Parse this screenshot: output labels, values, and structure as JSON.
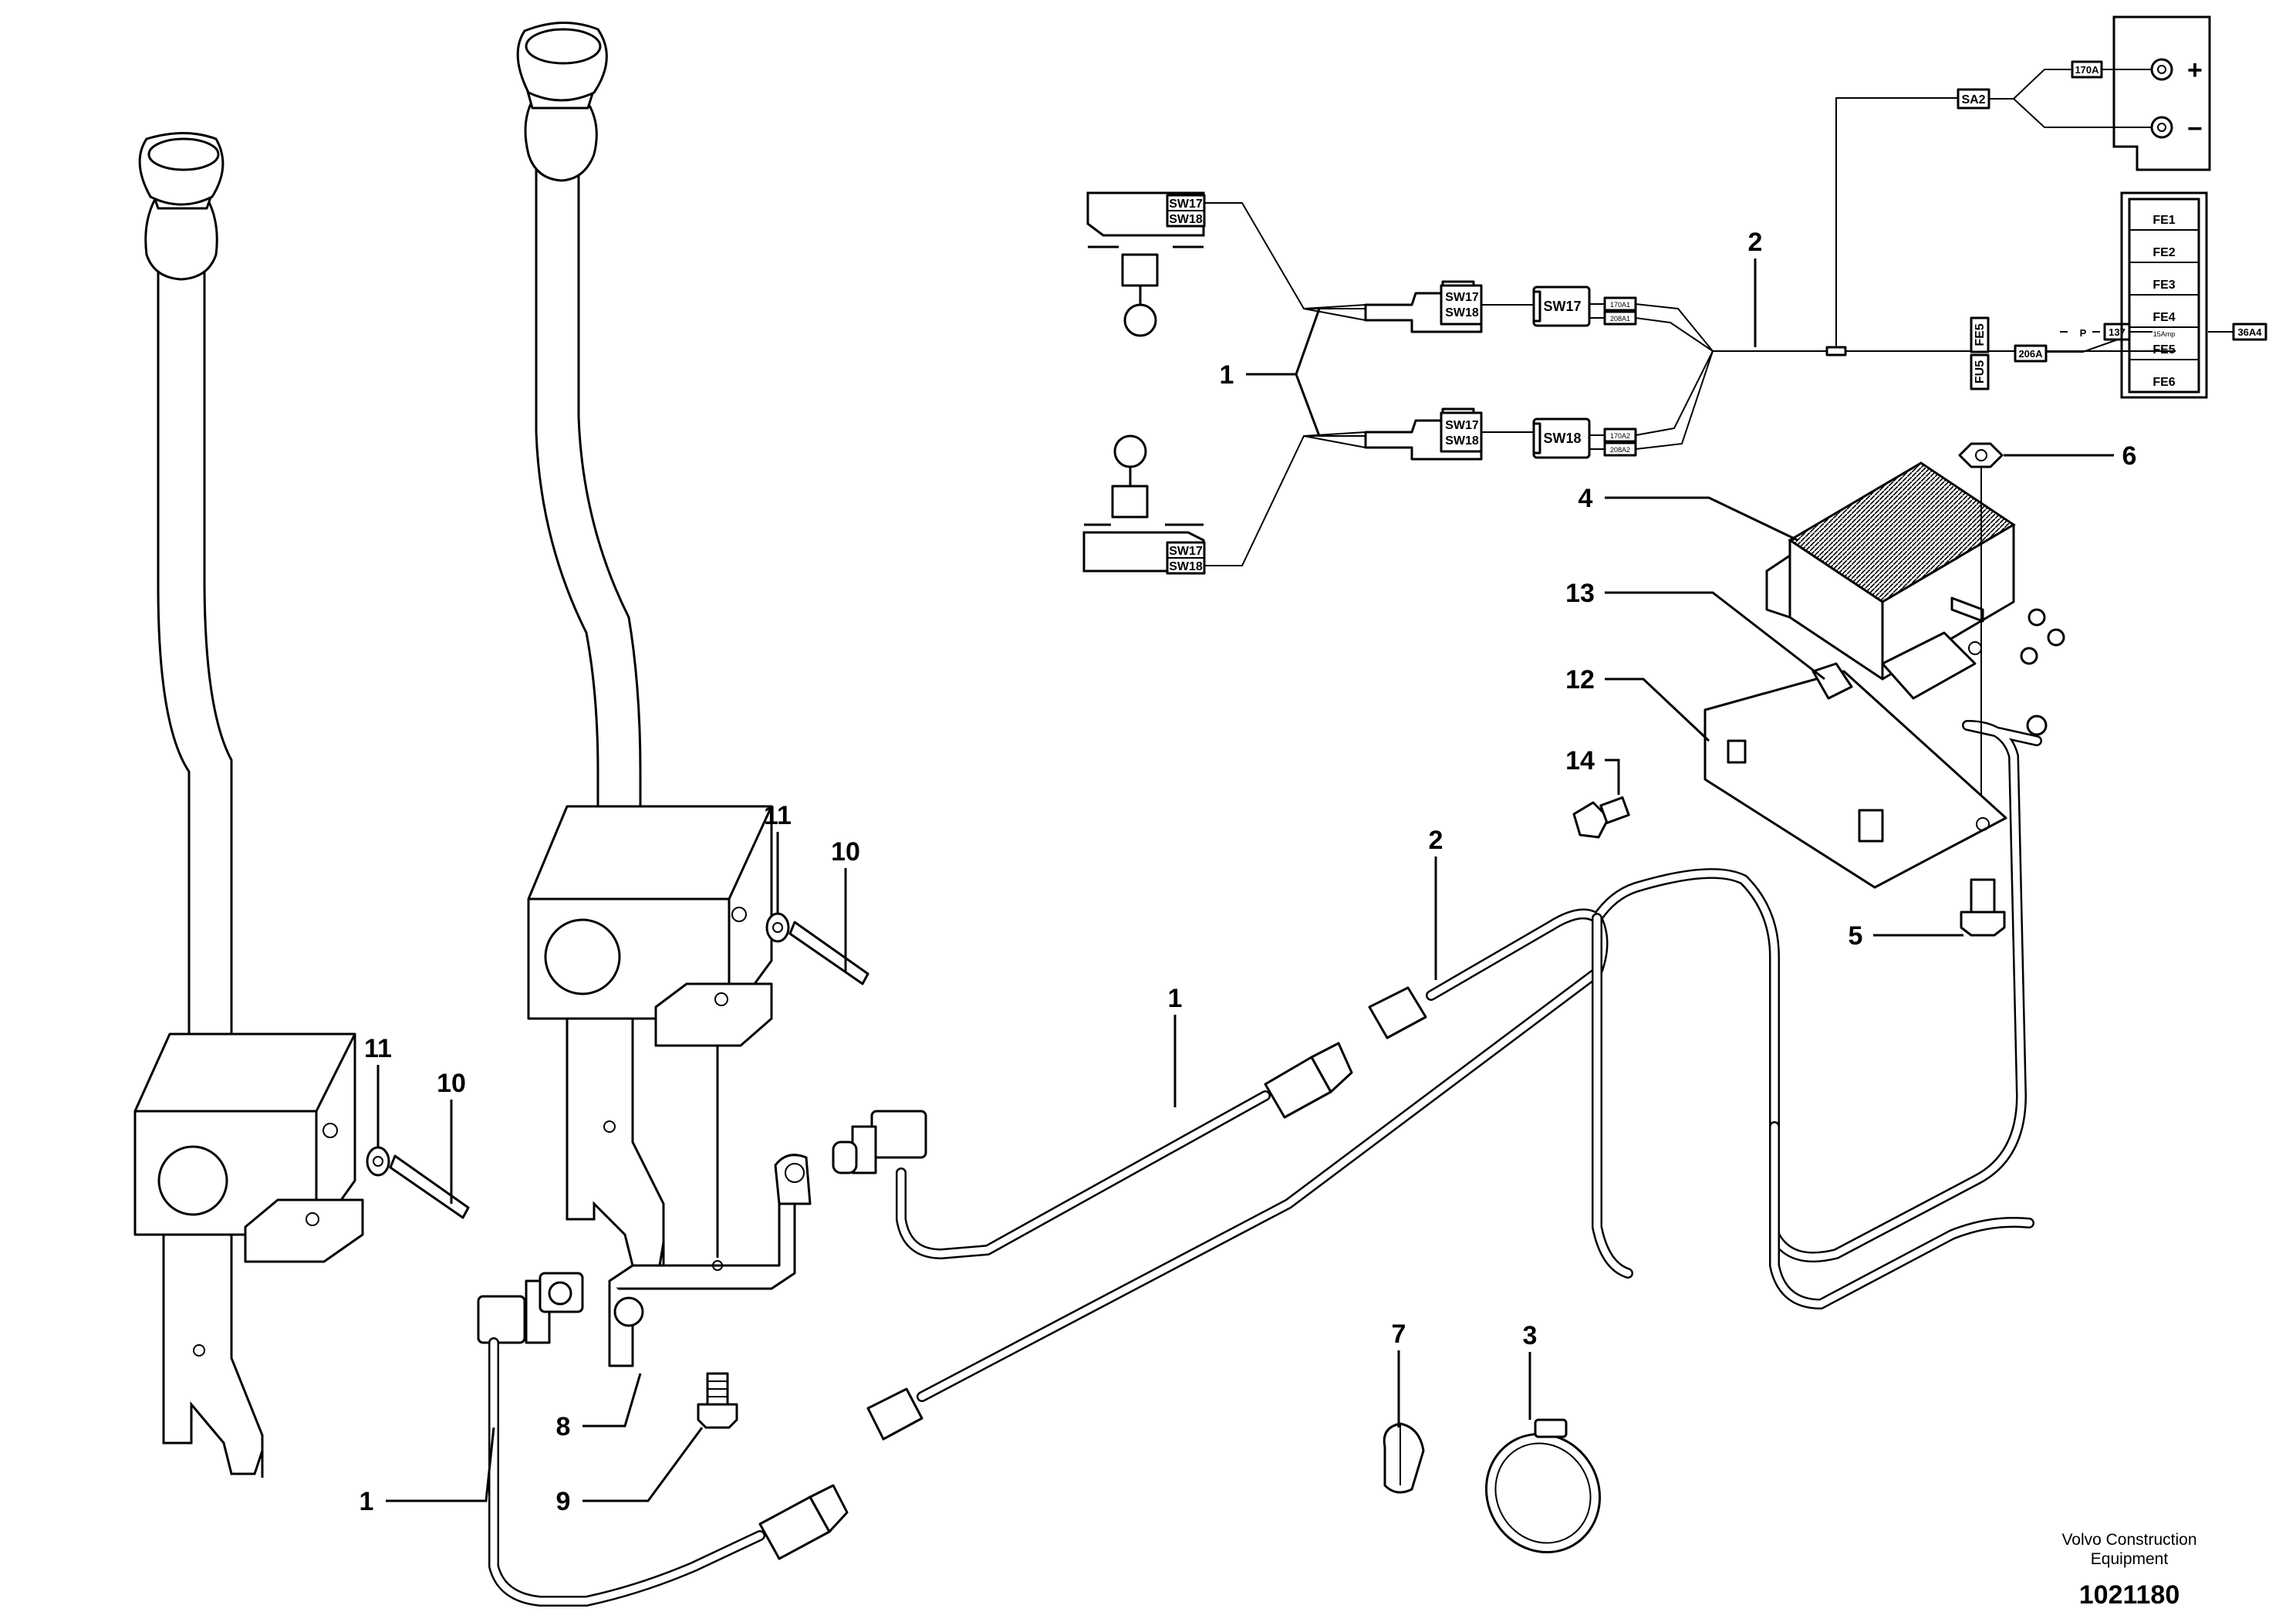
{
  "callouts": {
    "c1a": "1",
    "c1b": "1",
    "c1c": "1",
    "c2a": "2",
    "c2b": "2",
    "c3": "3",
    "c4": "4",
    "c5": "5",
    "c6": "6",
    "c7": "7",
    "c8": "8",
    "c9": "9",
    "c10a": "10",
    "c10b": "10",
    "c11a": "11",
    "c11b": "11",
    "c12": "12",
    "c13": "13",
    "c14": "14"
  },
  "schematic": {
    "sw17": "SW17",
    "sw18": "SW18",
    "wire_170a1": "170A1",
    "wire_208a1": "208A1",
    "wire_170a2": "170A2",
    "wire_208a2": "208A2",
    "sa2": "SA2",
    "wire_170a": "170A",
    "plus": "+",
    "minus": "−",
    "fu5": "FU5",
    "fe5_vertical": "FE5",
    "wire_206a": "206A",
    "wire_p": "P",
    "wire_137": "137",
    "wire_36a4": "36A4",
    "fuse_amp": "15Amp",
    "fuses": [
      "FE1",
      "FE2",
      "FE3",
      "FE4",
      "FE5",
      "FE6"
    ]
  },
  "footer": {
    "company_line1": "Volvo Construction",
    "company_line2": "Equipment",
    "drawing_number": "1021180"
  }
}
